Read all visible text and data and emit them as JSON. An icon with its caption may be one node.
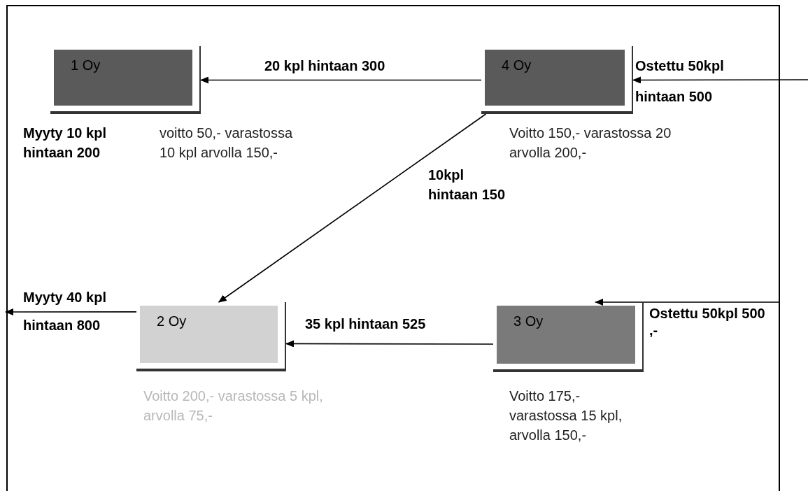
{
  "diagram": {
    "nodes": [
      {
        "text": [
          "1 Oy"
        ],
        "beside": [
          "Myyty 10 kpl hintaan 200",
          "voitto 50,- varastossa 10 kpl arvolla 150,-"
        ]
      },
      {
        "text": [
          "4 Oy"
        ],
        "beside": [
          "Voitto 150,- varastossa 20 arvolla 200,-"
        ]
      },
      {
        "text": [
          "2 Oy"
        ],
        "beside": [
          "Voitto 200,- varastossa 5 kpl, arvolla 75,-"
        ]
      },
      {
        "text": [
          "3 Oy"
        ],
        "beside": [
          "Voitto 175,- varastossa 15 kpl, arvolla 150,-"
        ]
      }
    ],
    "edges": [
      {
        "from": 1,
        "to": 0,
        "arrow": "to",
        "label": "20 kpl hintaan 300"
      },
      {
        "from": null,
        "to": 1,
        "arrow": "to",
        "label": "Ostettu 50kpl hintaan 500"
      },
      {
        "from": 1,
        "to": 2,
        "arrow": "to",
        "label": "10kpl hintaan 150"
      },
      {
        "from": 3,
        "to": 2,
        "arrow": "to",
        "label": "35 kpl hintaan 525"
      },
      {
        "from": null,
        "to": 3,
        "arrow": "to",
        "label": "Ostettu 50kpl 500 ,-"
      },
      {
        "from": 2,
        "to": null,
        "arrow": "to",
        "label": "Myyty 40 kpl hintaan 800"
      }
    ]
  }
}
